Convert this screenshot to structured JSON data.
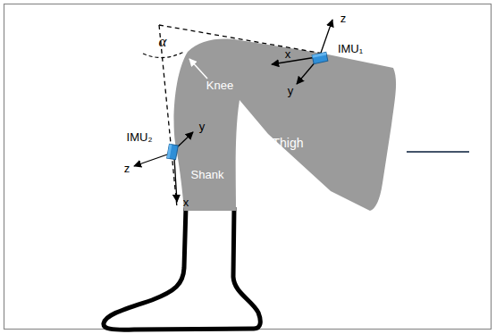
{
  "diagram": {
    "labels": [
      "α",
      "x",
      "z",
      "IMU₁",
      "y",
      "Knee",
      "Thigh",
      "IMU₂",
      "y",
      "z",
      "Shank",
      "x"
    ]
  }
}
